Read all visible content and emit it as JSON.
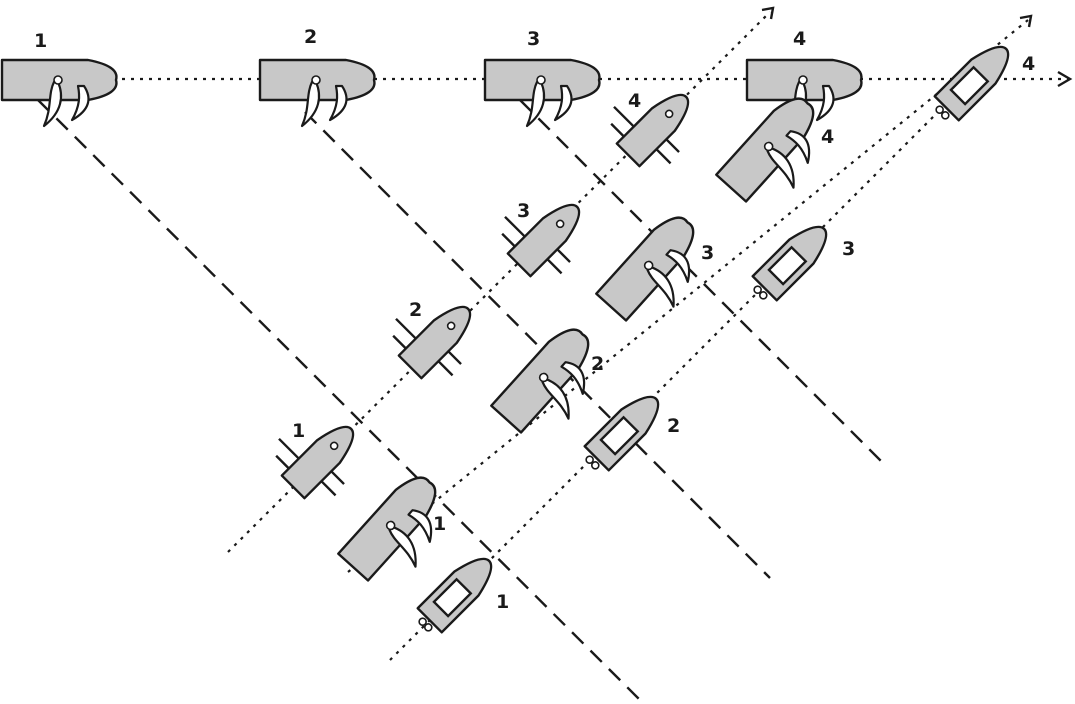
{
  "diagram": {
    "position_labels": {
      "top_row": [
        "1",
        "2",
        "3",
        "4",
        "4"
      ],
      "rowing_boat": [
        "1",
        "2",
        "3",
        "4"
      ],
      "sail_boat": [
        "1",
        "2",
        "3",
        "4"
      ],
      "motor_boat": [
        "1",
        "2",
        "3",
        "4"
      ]
    },
    "colors": {
      "hull": "#c8c8c8",
      "outline": "#1a1a1a",
      "background": "#ffffff"
    }
  }
}
